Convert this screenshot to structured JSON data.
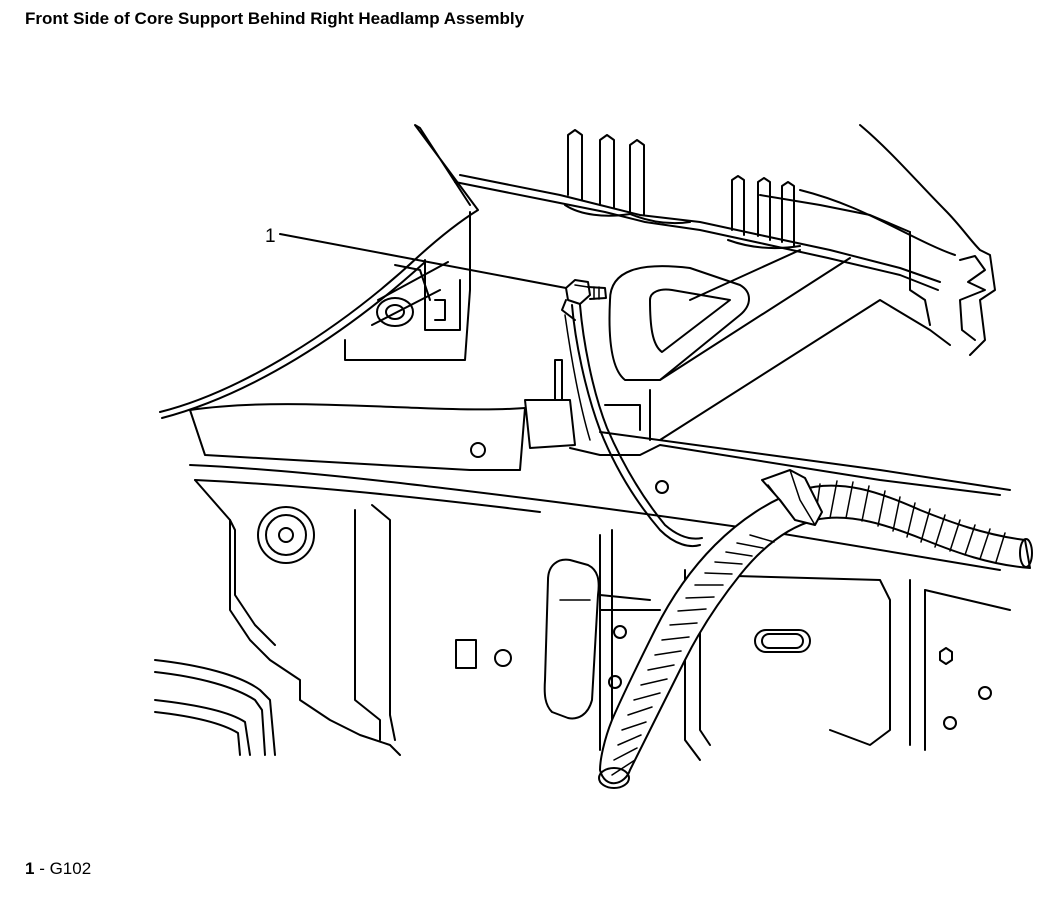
{
  "title": "Front Side of Core Support Behind Right Headlamp Assembly",
  "callouts": [
    {
      "number": "1",
      "label": "G102"
    }
  ],
  "legend": {
    "number": "1",
    "separator": " - ",
    "label": "G102"
  }
}
